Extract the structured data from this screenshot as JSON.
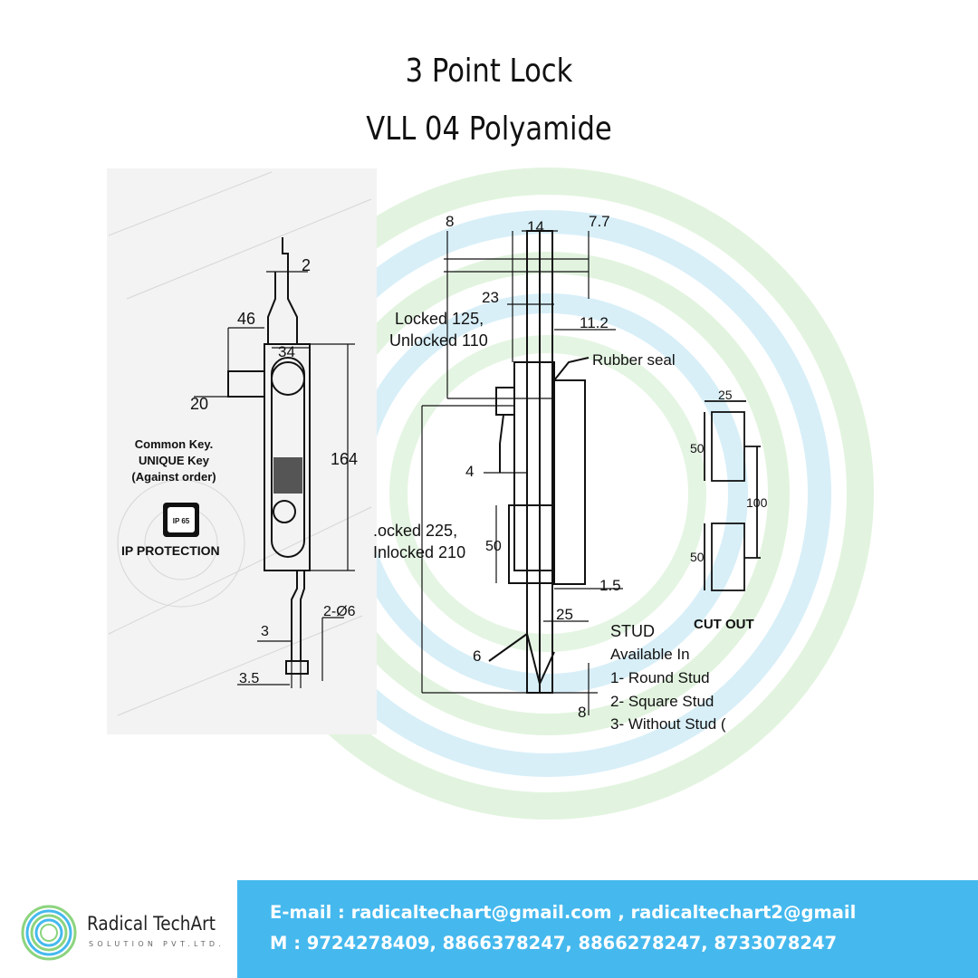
{
  "title": {
    "line1": "3 Point Lock",
    "line2": "VLL 04   Polyamide"
  },
  "diagram": {
    "left_view": {
      "dim_2": "2",
      "dim_46": "46",
      "dim_34": "34",
      "dim_20": "20",
      "dim_164": "164",
      "key_note_1": "Common Key.",
      "key_note_2": "UNIQUE Key",
      "key_note_3": "(Against order)",
      "ip_icon_text": "IP 65",
      "ip_label": "IP PROTECTION",
      "dim_2_d6": "2-Ø6",
      "dim_3": "3",
      "dim_3_5": "3.5"
    },
    "side_view": {
      "dim_8_top": "8",
      "dim_14": "14",
      "dim_7_7": "7.7",
      "dim_23": "23",
      "locked_125": "Locked 125,",
      "unlocked_110": "Unlocked 110",
      "dim_11_2": "11.2",
      "rubber_seal": "Rubber seal",
      "dim_4": "4",
      "locked_225": ".ocked 225,",
      "unlocked_210": "Inlocked 210",
      "dim_50": "50",
      "dim_1_5": "1.5",
      "dim_25": "25",
      "dim_6": "6",
      "dim_8_bottom": "8",
      "stud_title": "STUD",
      "stud_available": "Available In",
      "stud_opt_1": "1- Round Stud",
      "stud_opt_2": "2- Square Stud",
      "stud_opt_3": "3- Without Stud ("
    },
    "cutout": {
      "dim_25": "25",
      "dim_50_top": "50",
      "dim_100": "100",
      "dim_50_bottom": "50",
      "label": "CUT OUT"
    }
  },
  "footer": {
    "brand_name": "Radical TechArt",
    "brand_sub": "SOLUTION PVT.LTD.",
    "email": "E-mail : radicaltechart@gmail.com , radicaltechart2@gmail",
    "mobile": "M : 9724278409, 8866378247, 8866278247, 8733078247",
    "bar_color": "#45b9ee"
  }
}
